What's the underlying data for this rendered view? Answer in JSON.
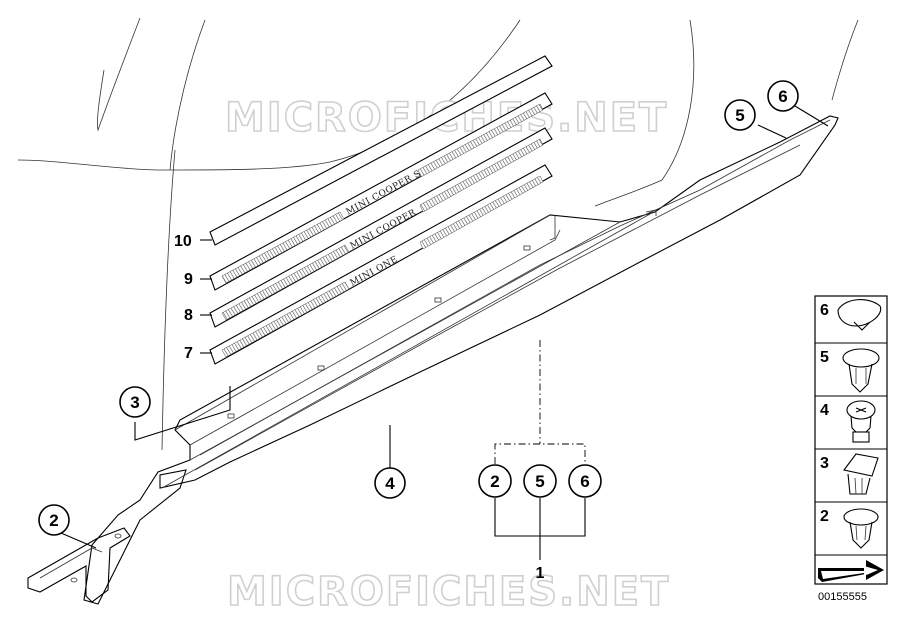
{
  "watermark": {
    "top": "MICROFICHES.NET",
    "bottom": "MICROFICHES.NET"
  },
  "strips": [
    {
      "id": "10",
      "text": ""
    },
    {
      "id": "9",
      "text": "MINI COOPER S"
    },
    {
      "id": "8",
      "text": "MINI COOPER"
    },
    {
      "id": "7",
      "text": "MINI ONE"
    }
  ],
  "callouts": {
    "c3": "3",
    "c2": "2",
    "c4": "4",
    "c5": "5",
    "c6": "6",
    "g2": "2",
    "g5": "5",
    "g6": "6"
  },
  "labels": {
    "assembly": "1"
  },
  "clips": [
    "6",
    "5",
    "4",
    "3",
    "2"
  ],
  "reference_number": "00155555"
}
